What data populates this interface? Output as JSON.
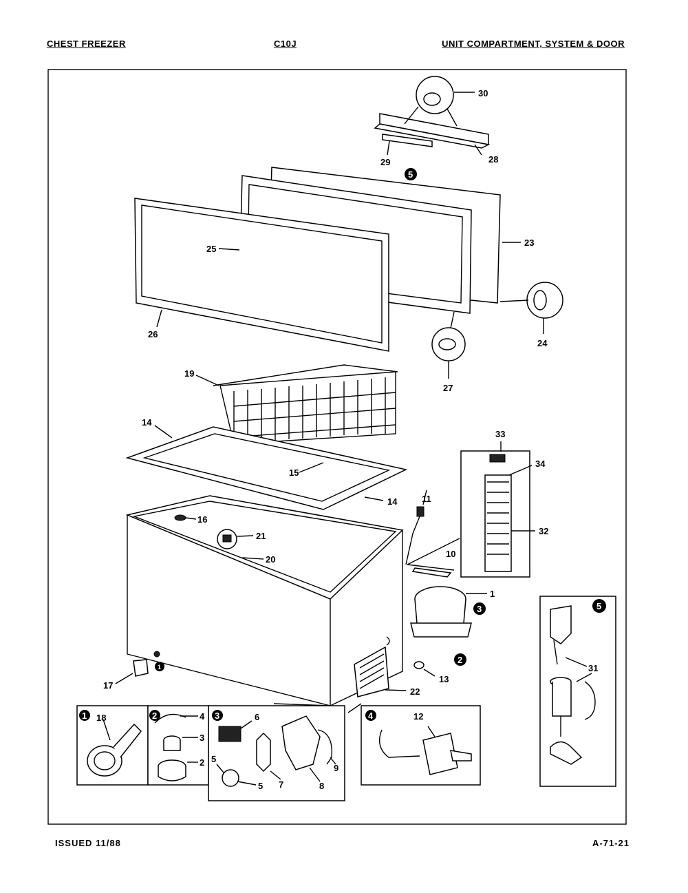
{
  "header": {
    "left": "CHEST FREEZER",
    "middle": "C10J",
    "right": "UNIT COMPARTMENT, SYSTEM & DOOR"
  },
  "footer": {
    "left": "ISSUED 11/88",
    "right": "A-71-21"
  },
  "part_labels": {
    "p1": "1",
    "p2": "2",
    "p3": "3",
    "p4": "4",
    "p5": "5",
    "p6": "6",
    "p7": "7",
    "p8": "8",
    "p9": "9",
    "p10": "10",
    "p11": "11",
    "p12": "12",
    "p13": "13",
    "p14a": "14",
    "p14b": "14",
    "p15": "15",
    "p16": "16",
    "p17": "17",
    "p18": "18",
    "p19": "19",
    "p20": "20",
    "p21": "21",
    "p22": "22",
    "p23": "23",
    "p24": "24",
    "p25": "25",
    "p26": "26",
    "p27": "27",
    "p28": "28",
    "p29": "29",
    "p30": "30",
    "p31": "31",
    "p32": "32",
    "p33": "33",
    "p34": "34",
    "p5b": "5",
    "p3b": "3"
  },
  "callouts": {
    "c1": "1",
    "c2": "2",
    "c3": "3",
    "c4": "4",
    "c5": "5",
    "c2s": "2",
    "c3s": "3",
    "c5top": "5",
    "c1s": "1"
  },
  "colors": {
    "ink": "#000000",
    "paper": "#ffffff"
  }
}
